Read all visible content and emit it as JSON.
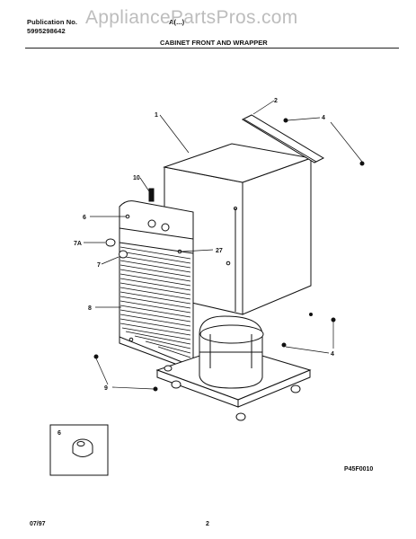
{
  "header": {
    "publication_label": "Publication No.",
    "publication_number": "5995298642",
    "model_fragment": "A(...)",
    "section_title": "CABINET FRONT AND WRAPPER",
    "watermark": "AppliancePartsPros.com"
  },
  "callouts": [
    "1",
    "2",
    "4",
    "10",
    "6",
    "7A",
    "7",
    "27",
    "8",
    "4",
    "9",
    "6"
  ],
  "figure_code": "P45F0010",
  "footer": {
    "date": "07/97",
    "page_number": "2"
  },
  "colors": {
    "ink": "#111111",
    "watermark": "#bdbdbd"
  }
}
